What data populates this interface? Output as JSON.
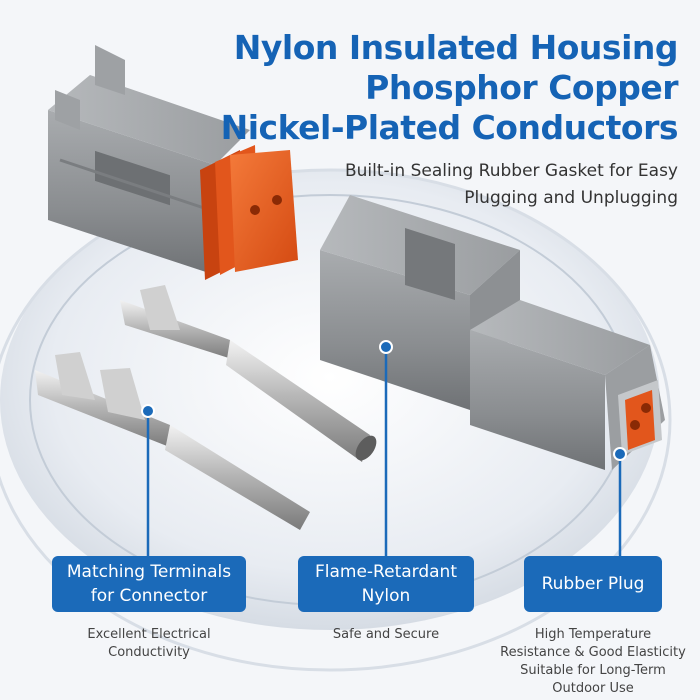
{
  "headline": {
    "line1": "Nylon Insulated Housing",
    "line2": "Phosphor Copper",
    "line3": "Nickel-Plated Conductors"
  },
  "subheadline": {
    "line1": "Built-in Sealing Rubber Gasket for Easy",
    "line2": "Plugging and Unplugging"
  },
  "callouts": {
    "terminals": {
      "line1": "Matching Terminals",
      "line2": "for Connector"
    },
    "nylon": {
      "line1": "Flame-Retardant",
      "line2": "Nylon"
    },
    "plug": {
      "line1": "Rubber Plug"
    }
  },
  "notes": {
    "terminals": {
      "line1": "Excellent Electrical",
      "line2": "Conductivity"
    },
    "nylon": {
      "line1": "Safe and Secure"
    },
    "plug": {
      "line1": "High Temperature",
      "line2": "Resistance & Good Elasticity",
      "line3": "Suitable for Long-Term",
      "line4": "Outdoor Use"
    }
  },
  "colors": {
    "accent": "#1b6ab9",
    "headline": "#1563b5",
    "housing": "#8e9194",
    "gasket": "#e8591d"
  }
}
